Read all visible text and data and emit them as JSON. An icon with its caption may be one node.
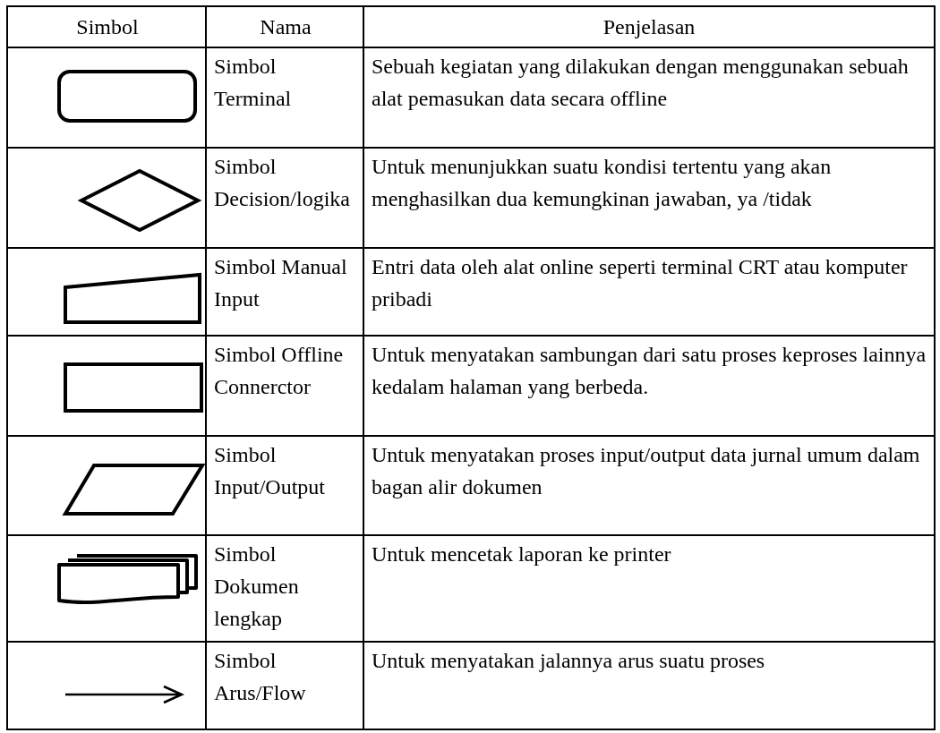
{
  "diagram": {
    "labels": [
      "Simbol",
      "Nama",
      "Penjelasan",
      "Simbol Terminal",
      "Sebuah kegiatan yang dilakukan dengan menggunakan sebuah alat pemasukan data secara offline",
      "Simbol Decision/logika",
      "Untuk menunjukkan suatu kondisi tertentu yang akan menghasilkan dua kemungkinan jawaban, ya /tidak",
      "Simbol Manual Input",
      "Entri data oleh alat online seperti  terminal CRT atau komputer pribadi",
      "Simbol Offline Connerctor",
      "Untuk menyatakan sambungan dari satu proses keproses lainnya kedalam halaman yang berbeda.",
      "Simbol Input/Output",
      "Untuk menyatakan proses input/output data jurnal umum dalam bagan alir dokumen",
      "Simbol Dokumen lengkap",
      "Untuk mencetak laporan ke printer",
      "Simbol Arus/Flow",
      "Untuk menyatakan jalannya arus suatu proses"
    ]
  }
}
